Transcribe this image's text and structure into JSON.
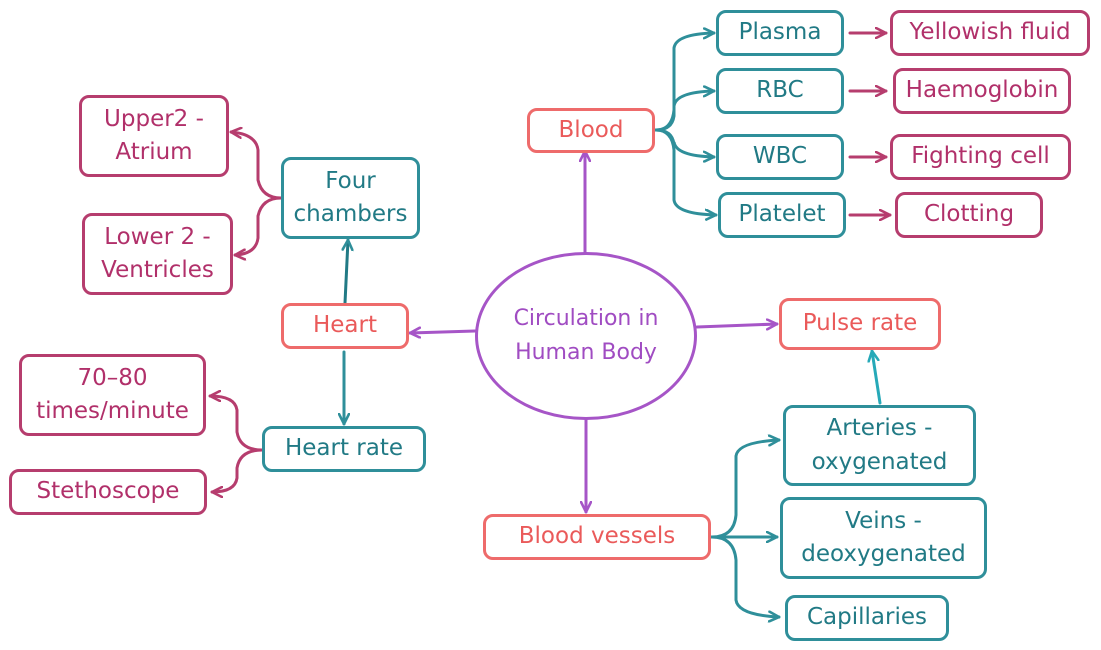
{
  "colors": {
    "center": "#a655c7",
    "branch": "#ee6b6b",
    "level2": "#2f8f9a",
    "leaf": "#b63d6e"
  },
  "center": {
    "label": "Circulation in Human Body"
  },
  "heart": {
    "label": "Heart",
    "four_chambers": "Four chambers",
    "upper": "Upper2 - Atrium",
    "lower": "Lower 2 - Ventricles",
    "heart_rate": "Heart rate",
    "rate_value": "70–80 times/minute",
    "stethoscope": "Stethoscope"
  },
  "blood": {
    "label": "Blood",
    "components": [
      {
        "name": "Plasma",
        "detail": "Yellowish fluid"
      },
      {
        "name": "RBC",
        "detail": "Haemoglobin"
      },
      {
        "name": "WBC",
        "detail": "Fighting cell"
      },
      {
        "name": "Platelet",
        "detail": "Clotting"
      }
    ]
  },
  "pulse": {
    "label": "Pulse rate"
  },
  "vessels": {
    "label": "Blood vessels",
    "arteries": "Arteries - oxygenated",
    "veins": "Veins - deoxygenated",
    "capillaries": "Capillaries"
  }
}
